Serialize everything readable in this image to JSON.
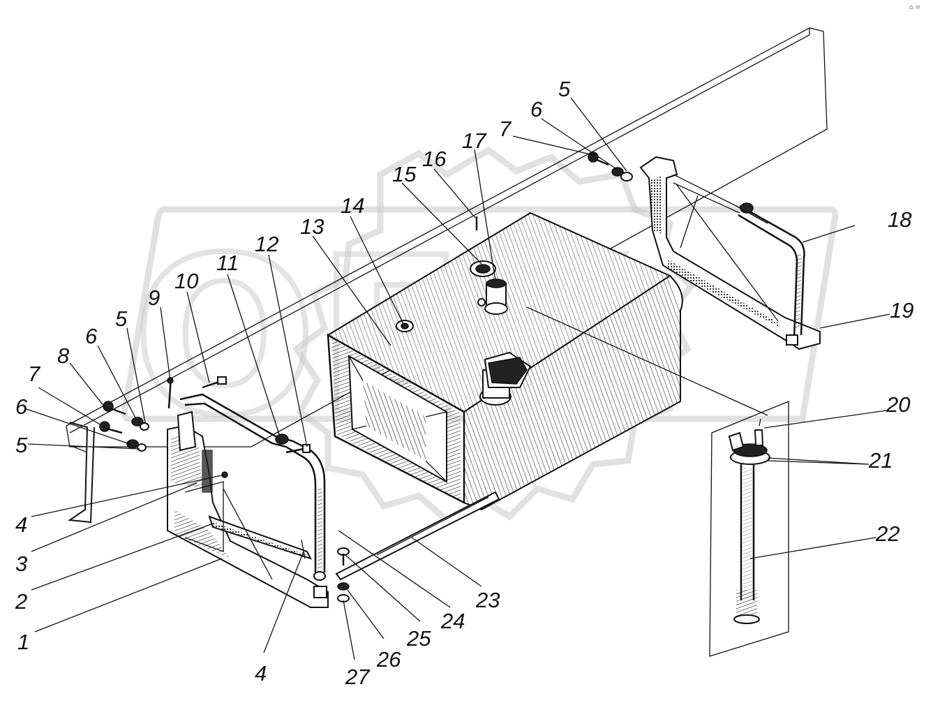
{
  "watermark": {
    "text": "OEX"
  },
  "corner_mark": "⌂ ≡",
  "callouts": [
    "1",
    "2",
    "3",
    "4",
    "5",
    "6",
    "7",
    "8",
    "9",
    "10",
    "11",
    "12",
    "13",
    "14",
    "15",
    "16",
    "17",
    "18",
    "19",
    "20",
    "21",
    "22",
    "23",
    "24",
    "25",
    "26",
    "27"
  ],
  "labels": [
    {
      "id": "5-top",
      "text": "5"
    },
    {
      "id": "6-top",
      "text": "6"
    },
    {
      "id": "7-top",
      "text": "7"
    },
    {
      "id": "8",
      "text": "8"
    },
    {
      "id": "6-left",
      "text": "6"
    },
    {
      "id": "5-left-a",
      "text": "5"
    },
    {
      "id": "7-left",
      "text": "7"
    },
    {
      "id": "6-left-b",
      "text": "6"
    },
    {
      "id": "5-left-b",
      "text": "5"
    },
    {
      "id": "9",
      "text": "9"
    },
    {
      "id": "10",
      "text": "10"
    },
    {
      "id": "11",
      "text": "11"
    },
    {
      "id": "12",
      "text": "12"
    },
    {
      "id": "13",
      "text": "13"
    },
    {
      "id": "14",
      "text": "14"
    },
    {
      "id": "15",
      "text": "15"
    },
    {
      "id": "16",
      "text": "16"
    },
    {
      "id": "17",
      "text": "17"
    },
    {
      "id": "18",
      "text": "18"
    },
    {
      "id": "19",
      "text": "19"
    },
    {
      "id": "20",
      "text": "20"
    },
    {
      "id": "21",
      "text": "21"
    },
    {
      "id": "22",
      "text": "22"
    },
    {
      "id": "23",
      "text": "23"
    },
    {
      "id": "24",
      "text": "24"
    },
    {
      "id": "25",
      "text": "25"
    },
    {
      "id": "26",
      "text": "26"
    },
    {
      "id": "27",
      "text": "27"
    },
    {
      "id": "4-left",
      "text": "4"
    },
    {
      "id": "3",
      "text": "3"
    },
    {
      "id": "2",
      "text": "2"
    },
    {
      "id": "1",
      "text": "1"
    },
    {
      "id": "4-bottom",
      "text": "4"
    }
  ]
}
